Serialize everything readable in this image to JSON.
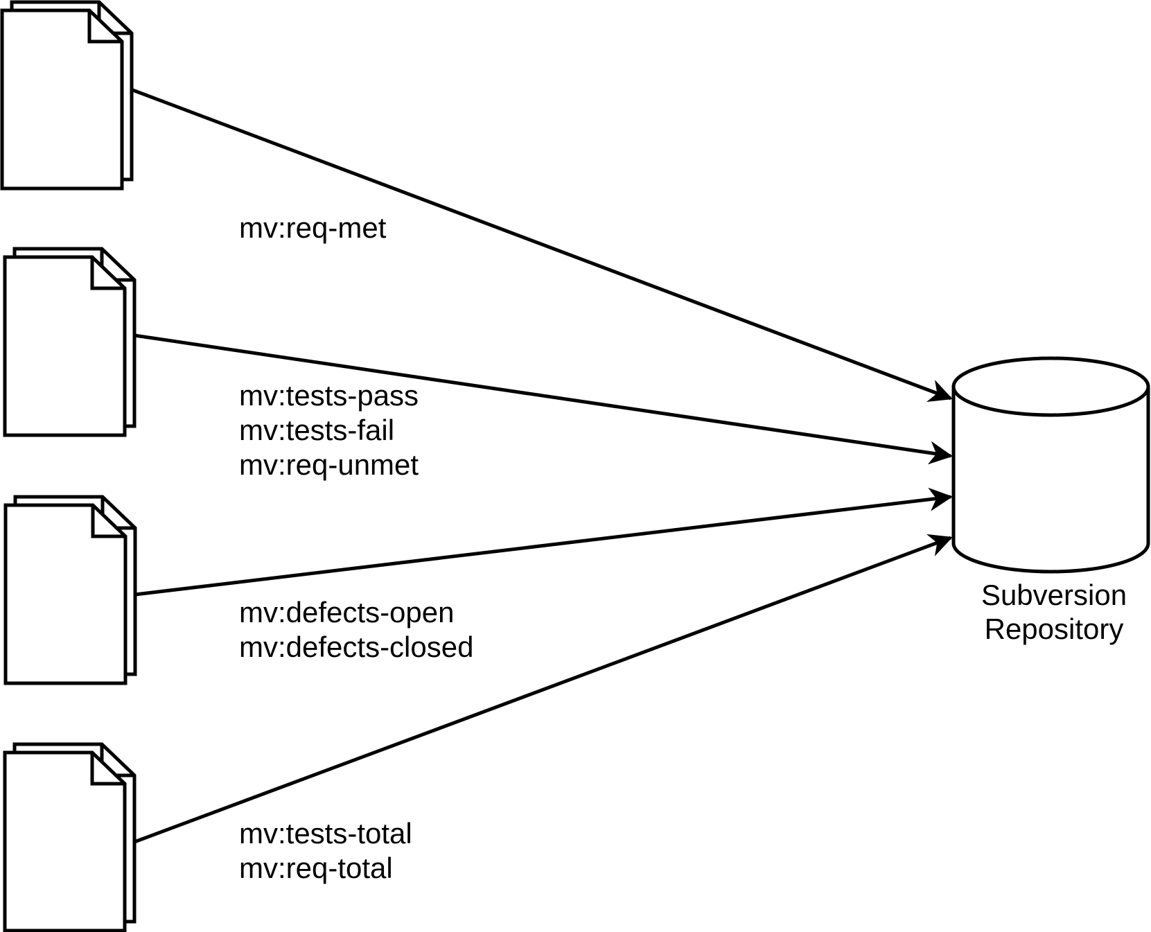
{
  "diagram": {
    "type": "flow-diagram",
    "background_color": "#ffffff",
    "line_color": "#000000",
    "shape_fill_color": "#ffffff",
    "nodes": {
      "documents": [
        {
          "id": "documents-1",
          "shape": "document-stack"
        },
        {
          "id": "documents-2",
          "shape": "document-stack"
        },
        {
          "id": "documents-3",
          "shape": "document-stack"
        },
        {
          "id": "documents-4",
          "shape": "document-stack"
        }
      ],
      "repository": {
        "shape": "cylinder",
        "label_line_1": "Subversion",
        "label_line_2": "Repository"
      }
    },
    "edges": [
      {
        "from": "documents-1",
        "to": "repository",
        "labels": [
          "mv:req-met"
        ]
      },
      {
        "from": "documents-2",
        "to": "repository",
        "labels": [
          "mv:tests-pass",
          "mv:tests-fail",
          "mv:req-unmet"
        ]
      },
      {
        "from": "documents-3",
        "to": "repository",
        "labels": [
          "mv:defects-open",
          "mv:defects-closed"
        ]
      },
      {
        "from": "documents-4",
        "to": "repository",
        "labels": [
          "mv:tests-total",
          "mv:req-total"
        ]
      }
    ]
  }
}
